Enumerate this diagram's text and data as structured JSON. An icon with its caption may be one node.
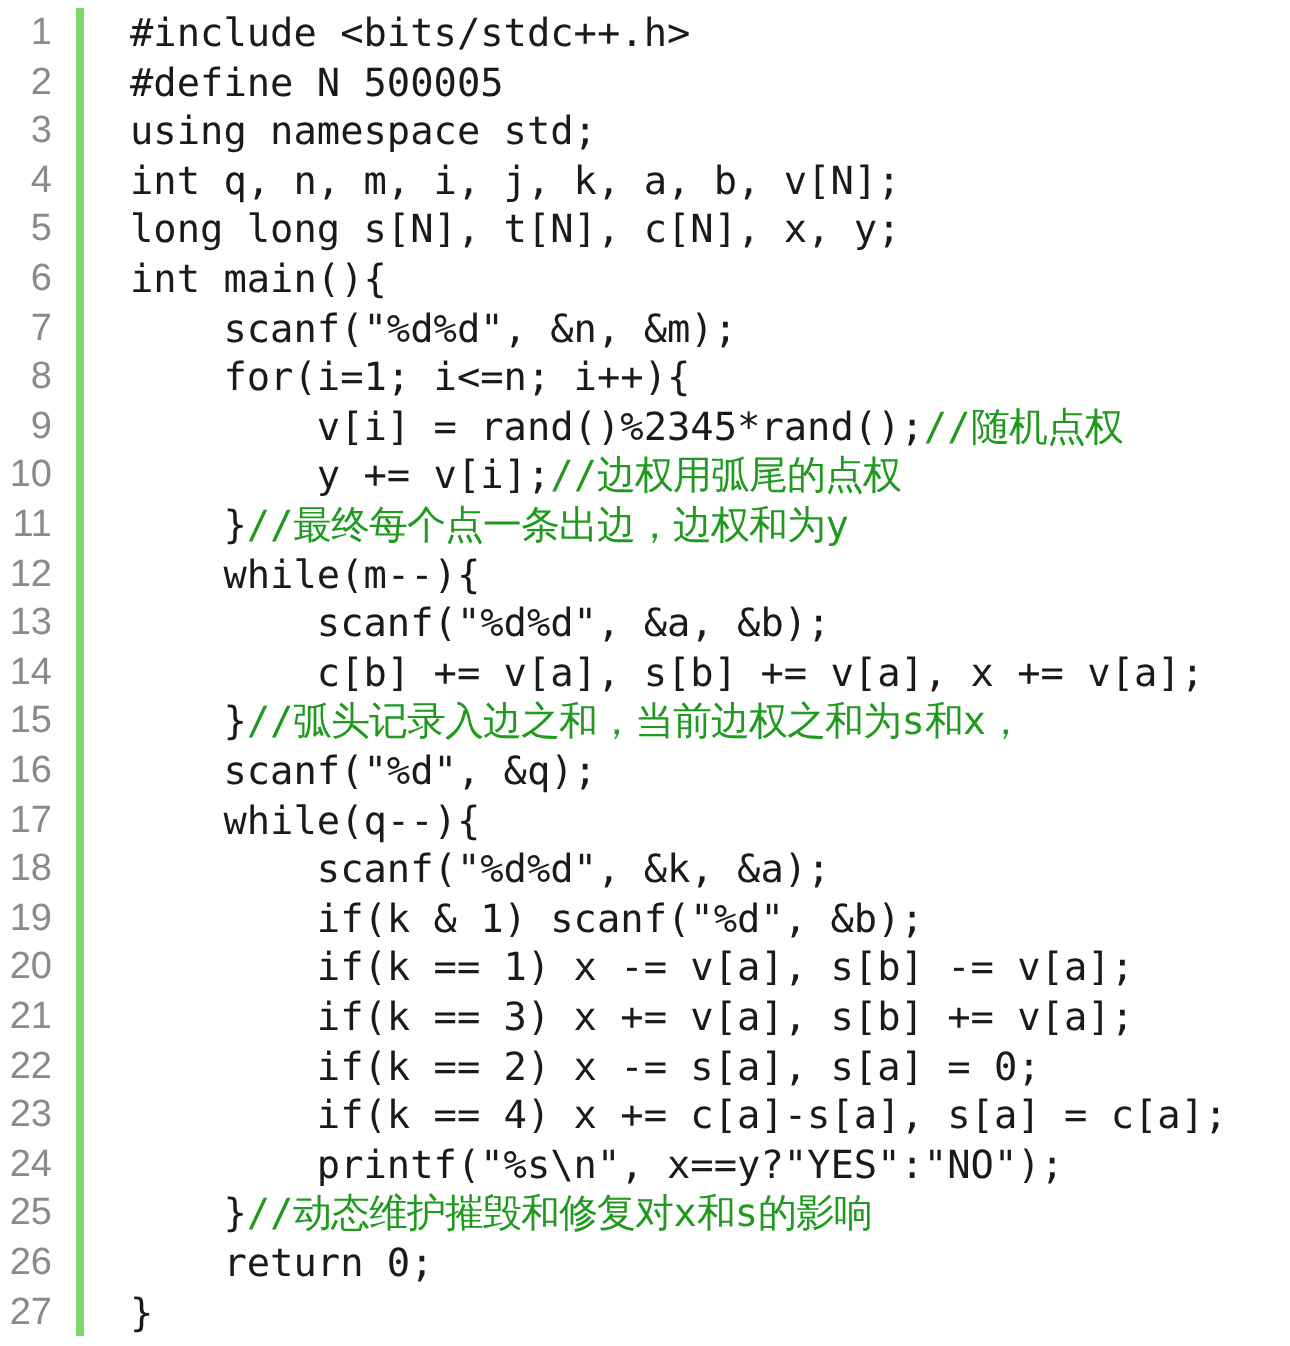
{
  "diagram": {
    "labels": [
      "1",
      "#include <bits/stdc++.h>",
      "2",
      "#define N 500005",
      "3",
      "using namespace std;",
      "4",
      "int q, n, m, i, j, k, a, b, v[N];",
      "5",
      "long long s[N], t[N], c[N], x, y;",
      "6",
      "int main(){",
      "7",
      "    scanf(\"%d%d\", &n, &m);",
      "8",
      "    for(i=1; i<=n; i++){",
      "9",
      "        v[i] = rand()%2345*rand();",
      "//随机点权",
      "10",
      "        y += v[i];",
      "//边权用弧尾的点权",
      "11",
      "    }",
      "//最终每个点一条出边，边权和为y",
      "12",
      "    while(m--){",
      "13",
      "        scanf(\"%d%d\", &a, &b);",
      "14",
      "        c[b] += v[a], s[b] += v[a], x += v[a];",
      "15",
      "    }",
      "//弧头记录入边之和，当前边权之和为s和x，",
      "16",
      "    scanf(\"%d\", &q);",
      "17",
      "    while(q--){",
      "18",
      "        scanf(\"%d%d\", &k, &a);",
      "19",
      "        if(k & 1) scanf(\"%d\", &b);",
      "20",
      "        if(k == 1) x -= v[a], s[b] -= v[a];",
      "21",
      "        if(k == 3) x += v[a], s[b] += v[a];",
      "22",
      "        if(k == 2) x -= s[a], s[a] = 0;",
      "23",
      "        if(k == 4) x += c[a]-s[a], s[a] = c[a];",
      "24",
      "        printf(\"%s\\n\", x==y?\"YES\":\"NO\");",
      "25",
      "    }",
      "//动态维护摧毁和修复对x和s的影响",
      "26",
      "    return 0;",
      "27",
      "}"
    ]
  }
}
